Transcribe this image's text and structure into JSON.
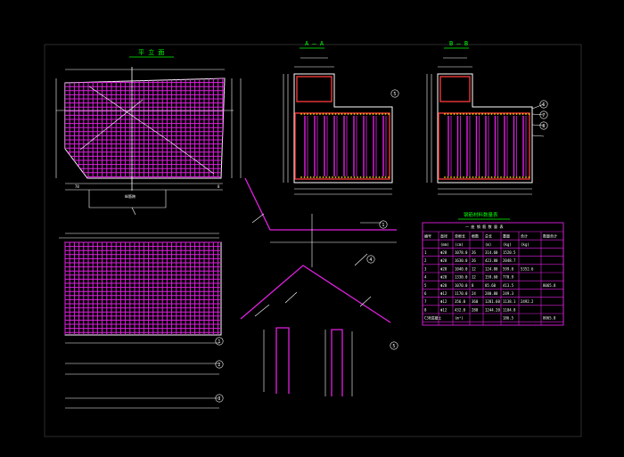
{
  "colors": {
    "background": "#000000",
    "mesh": "#e020e0",
    "line": "#ffffff",
    "title": "#00ff00",
    "rebar": "#ff3b3b",
    "dot": "#ffd400",
    "table": "#ffffff"
  },
  "views": {
    "plan_title": "平 立 面",
    "section_a_title": "A — A",
    "section_b_title": "B — B"
  },
  "plan_dims": {
    "bottom_left": "78",
    "bottom_mid": "纵筋跨",
    "bottom_right": "8"
  },
  "table": {
    "title": "钢筋材料数量表",
    "group_header": "一 座 钢 筋 数 量 表",
    "headers": [
      "编号",
      "直径",
      "单根长",
      "根数",
      "总长",
      "重量",
      "合计",
      "数量合计"
    ],
    "units": [
      "",
      "(mm)",
      "(cm)",
      "",
      "(m)",
      "(kg)",
      "(kg)",
      ""
    ],
    "rows": [
      [
        "1",
        "Φ28",
        "1078.0",
        "26",
        "314.60",
        "1520.5"
      ],
      [
        "2",
        "Φ28",
        "1630.0",
        "26",
        "423.80",
        "2048.7"
      ],
      [
        "3",
        "Φ28",
        "1040.0",
        "12",
        "124.80",
        "599.0"
      ],
      [
        "4",
        "Φ28",
        "1330.0",
        "12",
        "159.60",
        "770.9"
      ],
      [
        "5",
        "Φ28",
        "1070.0",
        "8",
        "85.60",
        "413.5"
      ],
      [
        "6",
        "Φ12",
        "1170.0",
        "24",
        "280.80",
        "249.3"
      ],
      [
        "7",
        "Φ12",
        "356.0",
        "360",
        "1281.60",
        "1138.1"
      ],
      [
        "8",
        "Φ12",
        "432.0",
        "288",
        "1244.20",
        "1104.8"
      ]
    ],
    "subtotals": [
      "5352.6",
      "2492.2"
    ],
    "total_value": "8065.8",
    "footer_label": "C30混凝土",
    "footer_unit": "(m³)",
    "footer_values": [
      "186.5",
      "8065.8"
    ]
  },
  "markers": [
    "1",
    "2",
    "3",
    "4",
    "5",
    "6",
    "7",
    "8"
  ]
}
